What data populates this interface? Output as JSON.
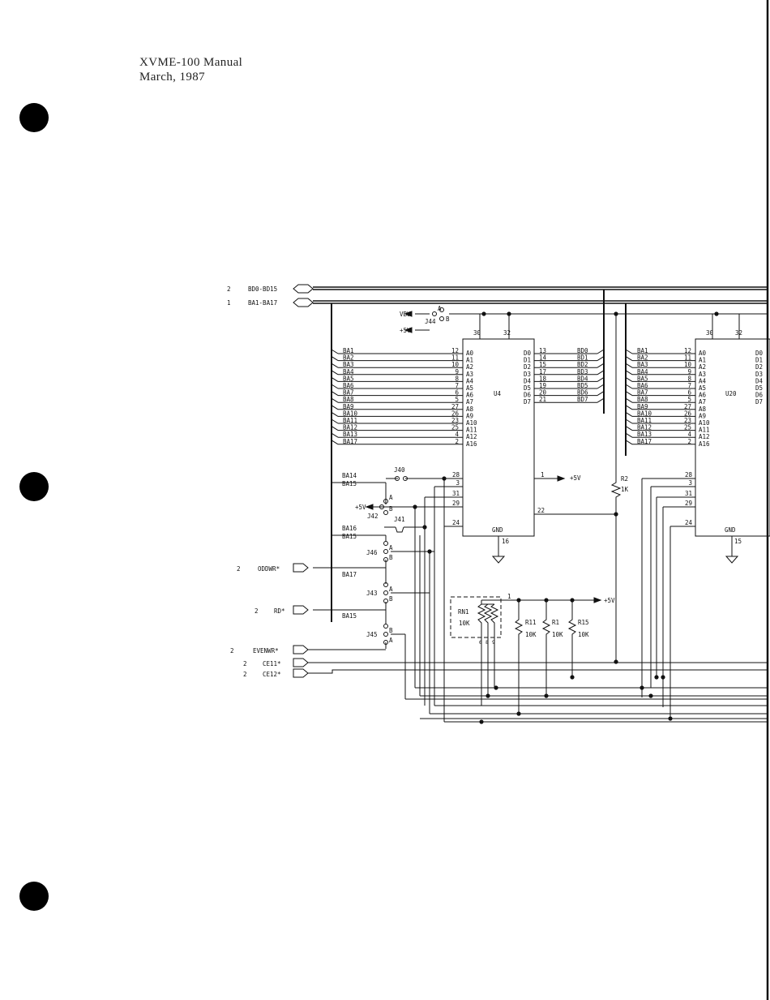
{
  "header": {
    "title": "XVME-100 Manual",
    "date": "March, 1987"
  },
  "nets": {
    "bus_data": {
      "sheet": "2",
      "name": "BD0-BD15"
    },
    "bus_addr": {
      "sheet": "1",
      "name": "BA1-BA17"
    },
    "oddwr": {
      "sheet": "2",
      "name": "ODDWR*"
    },
    "rd": {
      "sheet": "2",
      "name": "RD*"
    },
    "evenwr": {
      "sheet": "2",
      "name": "EVENWR*"
    },
    "ce11": {
      "sheet": "2",
      "name": "CE11*"
    },
    "ce12": {
      "sheet": "2",
      "name": "CE12*"
    }
  },
  "power": {
    "vbu": "VBU",
    "p5v": "+5V"
  },
  "jumpers": {
    "j44": "J44",
    "j40": "J40",
    "j42": "J42",
    "j41": "J41",
    "j46": "J46",
    "j43": "J43",
    "j45": "J45",
    "a": "A",
    "b": "B"
  },
  "chips": {
    "u4": {
      "ref": "U4",
      "top_pins": [
        "30",
        "32"
      ],
      "addr_inputs": [
        {
          "net": "BA1",
          "pin": "12",
          "name": "A0"
        },
        {
          "net": "BA2",
          "pin": "11",
          "name": "A1"
        },
        {
          "net": "BA3",
          "pin": "10",
          "name": "A2"
        },
        {
          "net": "BA4",
          "pin": "9",
          "name": "A3"
        },
        {
          "net": "BA5",
          "pin": "8",
          "name": "A4"
        },
        {
          "net": "BA6",
          "pin": "7",
          "name": "A5"
        },
        {
          "net": "BA7",
          "pin": "6",
          "name": "A6"
        },
        {
          "net": "BA8",
          "pin": "5",
          "name": "A7"
        },
        {
          "net": "BA9",
          "pin": "27",
          "name": "A8"
        },
        {
          "net": "BA10",
          "pin": "26",
          "name": "A9"
        },
        {
          "net": "BA11",
          "pin": "23",
          "name": "A10"
        },
        {
          "net": "BA12",
          "pin": "25",
          "name": "A11"
        },
        {
          "net": "BA13",
          "pin": "4",
          "name": "A12"
        },
        {
          "net": "BA17",
          "pin": "2",
          "name": "A16"
        }
      ],
      "data_outputs": [
        {
          "name": "D0",
          "pin": "13",
          "net": "BD0"
        },
        {
          "name": "D1",
          "pin": "14",
          "net": "BD1"
        },
        {
          "name": "D2",
          "pin": "15",
          "net": "BD2"
        },
        {
          "name": "D3",
          "pin": "17",
          "net": "BD3"
        },
        {
          "name": "D4",
          "pin": "18",
          "net": "BD4"
        },
        {
          "name": "D5",
          "pin": "19",
          "net": "BD5"
        },
        {
          "name": "D6",
          "pin": "20",
          "net": "BD6"
        },
        {
          "name": "D7",
          "pin": "21",
          "net": "BD7"
        }
      ],
      "ctrl_pins": [
        "28",
        "3",
        "31",
        "29",
        "24"
      ],
      "pin1": "1",
      "pin22": "22",
      "gnd_label": "GND",
      "gnd_pin": "16"
    },
    "u20": {
      "ref": "U20",
      "top_pins": [
        "30",
        "32"
      ],
      "addr_inputs": [
        {
          "net": "BA1",
          "pin": "12",
          "name": "A0"
        },
        {
          "net": "BA2",
          "pin": "11",
          "name": "A1"
        },
        {
          "net": "BA3",
          "pin": "10",
          "name": "A2"
        },
        {
          "net": "BA4",
          "pin": "9",
          "name": "A3"
        },
        {
          "net": "BA5",
          "pin": "8",
          "name": "A4"
        },
        {
          "net": "BA6",
          "pin": "7",
          "name": "A5"
        },
        {
          "net": "BA7",
          "pin": "6",
          "name": "A6"
        },
        {
          "net": "BA8",
          "pin": "5",
          "name": "A7"
        },
        {
          "net": "BA9",
          "pin": "27",
          "name": "A8"
        },
        {
          "net": "BA10",
          "pin": "26",
          "name": "A9"
        },
        {
          "net": "BA11",
          "pin": "23",
          "name": "A10"
        },
        {
          "net": "BA12",
          "pin": "25",
          "name": "A11"
        },
        {
          "net": "BA13",
          "pin": "4",
          "name": "A12"
        },
        {
          "net": "BA17",
          "pin": "2",
          "name": "A16"
        }
      ],
      "data_names": [
        "D0",
        "D1",
        "D2",
        "D3",
        "D4",
        "D5",
        "D6",
        "D7"
      ],
      "ctrl_pins": [
        "28",
        "3",
        "31",
        "29",
        "24"
      ],
      "gnd_label": "GND",
      "gnd_pin": "15"
    }
  },
  "jumper_nets": {
    "ba14": "BA14",
    "ba15": "BA15",
    "ba16": "BA16",
    "ba15b": "BA15",
    "ba17": "BA17",
    "ba15c": "BA15"
  },
  "resistors": {
    "r2": {
      "ref": "R2",
      "value": "1K"
    },
    "rn1": {
      "ref": "RN1",
      "value": "10K",
      "pin1": "1",
      "pins": [
        "6",
        "8",
        "9"
      ]
    },
    "r11": {
      "ref": "R11",
      "value": "10K"
    },
    "r1": {
      "ref": "R1",
      "value": "10K"
    },
    "r15": {
      "ref": "R15",
      "value": "10K"
    }
  }
}
